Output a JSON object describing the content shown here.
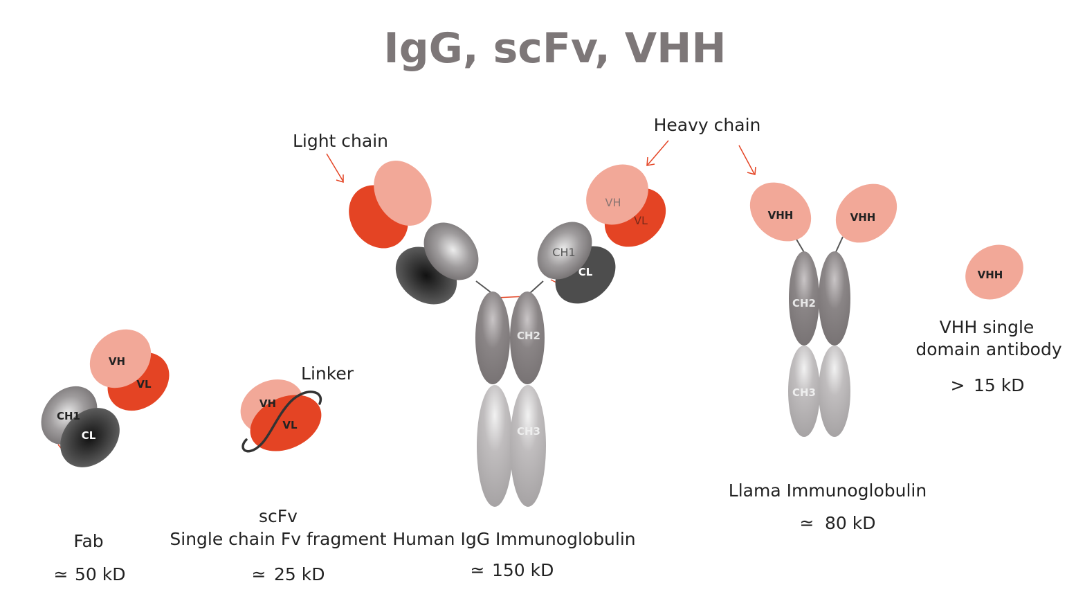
{
  "title": "IgG, scFv, VHH",
  "colors": {
    "title": "#7d7778",
    "vh_light": "#f2a898",
    "vl_red": "#e44424",
    "ch_gray": "#a9a6a7",
    "cl_dark": "#4a4a4a",
    "ch2_gray": "#858081",
    "ch3_gray": "#bbb8b9",
    "arrow": "#e44424"
  },
  "callouts": {
    "light_chain": "Light chain",
    "heavy_chain": "Heavy chain",
    "linker": "Linker"
  },
  "domains": {
    "vh": "VH",
    "vl": "VL",
    "ch1": "CH1",
    "cl": "CL",
    "ch2": "CH2",
    "ch3": "CH3",
    "vhh": "VHH"
  },
  "formats": {
    "fab": {
      "name": "Fab",
      "size": "50 kD",
      "approx_symbol": "≃"
    },
    "scfv": {
      "name": "scFv",
      "full_name": "Single chain Fv fragment",
      "size": "25 kD",
      "approx_symbol": "≃"
    },
    "igg": {
      "name": "Human IgG Immunoglobulin",
      "size": "150 kD",
      "approx_symbol": "≃"
    },
    "llama": {
      "name": "Llama Immunoglobulin",
      "size": "80 kD",
      "approx_symbol": "≃"
    },
    "vhh": {
      "name_line1": "VHH single",
      "name_line2": "domain antibody",
      "size": "15 kD",
      "approx_symbol": ">"
    }
  }
}
